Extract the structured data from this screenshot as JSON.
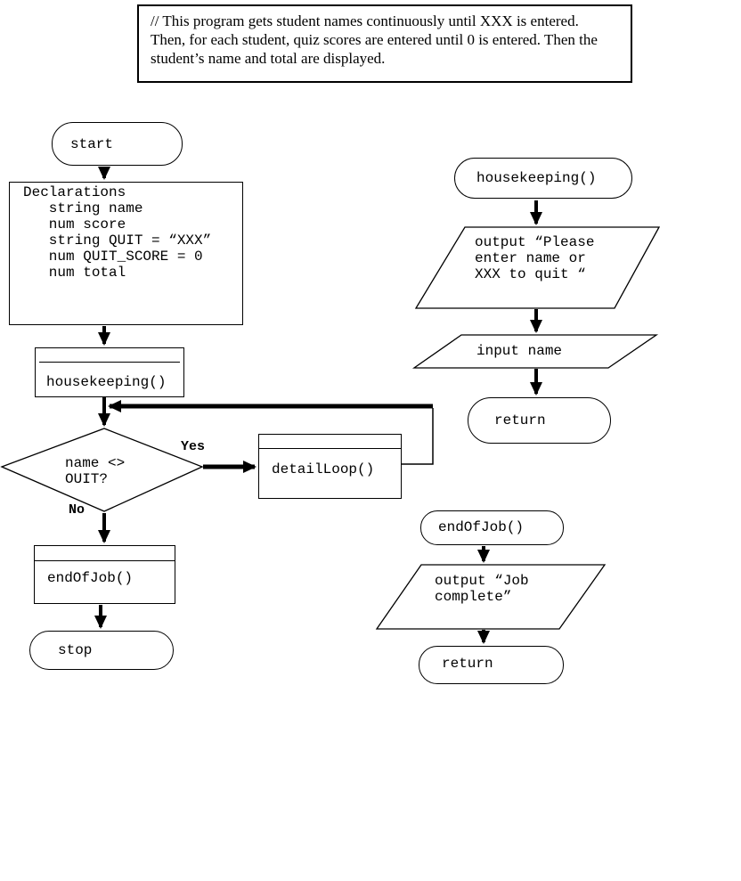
{
  "colors": {
    "ink": "#000000",
    "paper": "#ffffff"
  },
  "comment_box": {
    "text": "// This program gets student names continuously until XXX is entered.\nThen, for each student, quiz scores are entered until 0 is entered. Then the\nstudent’s name and total are displayed."
  },
  "main_flow": {
    "start_label": "start",
    "declarations_text": "Declarations\n   string name\n   num score\n   string QUIT = “XXX”\n   num QUIT_SCORE = 0\n   num total",
    "housekeeping_call_label": "housekeeping()",
    "decision_text": "name <>\nOUIT?",
    "yes_label": "Yes",
    "no_label": "No",
    "detail_loop_call_label": "detailLoop()",
    "end_of_job_call_label": "endOfJob()",
    "stop_label": "stop"
  },
  "housekeeping_module": {
    "terminal_label": "housekeeping()",
    "output_prompt_text": "output “Please\nenter name or\nXXX to quit “",
    "input_text": "input name",
    "return_label": "return"
  },
  "end_of_job_module": {
    "terminal_label": "endOfJob()",
    "output_text": "output “Job\ncomplete”",
    "return_label": "return"
  }
}
